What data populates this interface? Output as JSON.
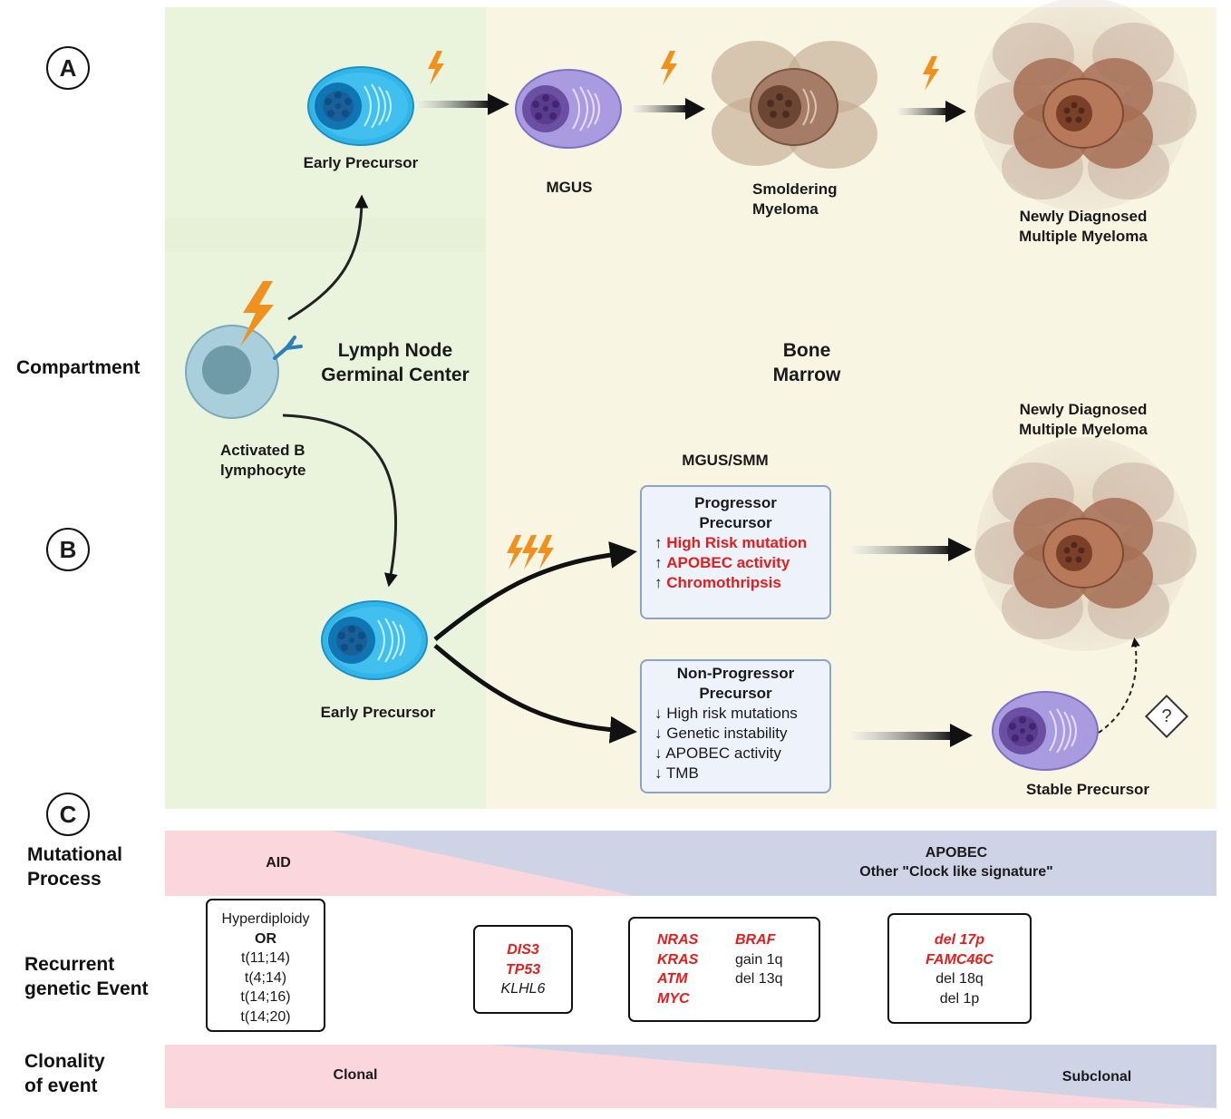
{
  "panels": {
    "a": "A",
    "b": "B",
    "c": "C"
  },
  "row_labels": {
    "compartment": "Compartment",
    "mutational_process": [
      "Mutational",
      "Process"
    ],
    "recurrent_event": [
      "Recurrent",
      "genetic Event"
    ],
    "clonality": [
      "Clonality",
      "of event"
    ]
  },
  "compartments": {
    "lymph_node": [
      "Lymph Node",
      "Germinal Center"
    ],
    "bone_marrow": [
      "Bone",
      "Marrow"
    ]
  },
  "panel_a": {
    "early_precursor": "Early Precursor",
    "mgus": "MGUS",
    "smoldering": [
      "Smoldering",
      "Myeloma"
    ],
    "ndmm": [
      "Newly Diagnosed",
      "Multiple Myeloma"
    ]
  },
  "activated_b": [
    "Activated B",
    "lymphocyte"
  ],
  "panel_b": {
    "mgus_smm": "MGUS/SMM",
    "early_precursor": "Early Precursor",
    "ndmm": [
      "Newly Diagnosed",
      "Multiple Myeloma"
    ],
    "stable_precursor": "Stable Precursor",
    "question_mark": "?",
    "progressor": {
      "title": [
        "Progressor",
        "Precursor"
      ],
      "arrow": "↑",
      "items": [
        "High Risk mutation",
        "APOBEC activity",
        "Chromothripsis"
      ]
    },
    "non_progressor": {
      "title": [
        "Non-Progressor",
        "Precursor"
      ],
      "arrow": "↓",
      "items": [
        "High risk mutations",
        "Genetic instability",
        "APOBEC activity",
        "TMB"
      ]
    }
  },
  "panel_c": {
    "aid": "AID",
    "apobec": [
      "APOBEC",
      "Other \"Clock like signature\""
    ],
    "clonal": "Clonal",
    "subclonal": "Subclonal",
    "box1": {
      "top": "Hyperdiploidy",
      "or": "OR",
      "items": [
        "t(11;14)",
        "t(4;14)",
        "t(14;16)",
        "t(14;20)"
      ]
    },
    "box2": {
      "red": [
        "DIS3",
        "TP53"
      ],
      "black": [
        "KLHL6"
      ]
    },
    "box3": {
      "left_red": [
        "NRAS",
        "KRAS",
        "ATM",
        "MYC"
      ],
      "right_red": [
        "BRAF"
      ],
      "right_black": [
        "gain 1q",
        "del 13q"
      ]
    },
    "box4": {
      "red": [
        "del 17p",
        "FAMC46C"
      ],
      "black": [
        "del 18q",
        "del 1p"
      ]
    }
  },
  "colors": {
    "lymph_bg": "#eaf4dd",
    "marrow_bg": "#f8f6e2",
    "pink": "#fbd7dd",
    "lavender": "#ced3e6",
    "highlight_red": "#e41d1d",
    "bolt_orange": "#f0901e",
    "early_cell": "#31b6ea",
    "mgus_cell": "#a99be0",
    "myeloma_cell": "#a57d67",
    "box_fill": "#eef2fa",
    "box_border": "#8aa3c6"
  }
}
